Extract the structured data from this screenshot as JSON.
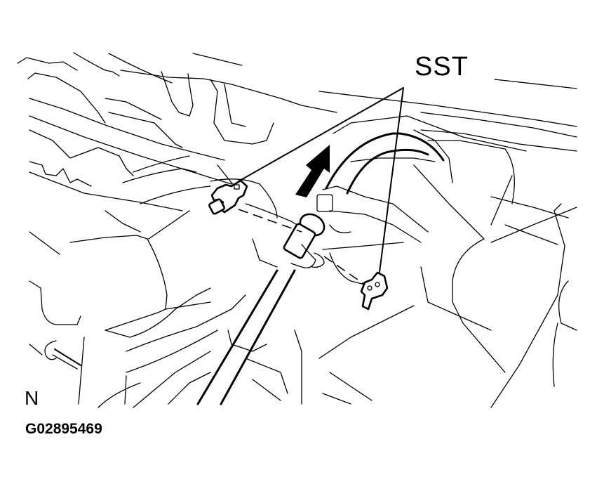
{
  "figure": {
    "callout_label": "SST",
    "view_code": "N",
    "figure_id": "G02895469",
    "callout_targets": [
      "left-sst-tool",
      "right-sst-tool"
    ],
    "arrow_direction": "up-right"
  },
  "colors": {
    "line": "#000000",
    "background": "#ffffff"
  }
}
